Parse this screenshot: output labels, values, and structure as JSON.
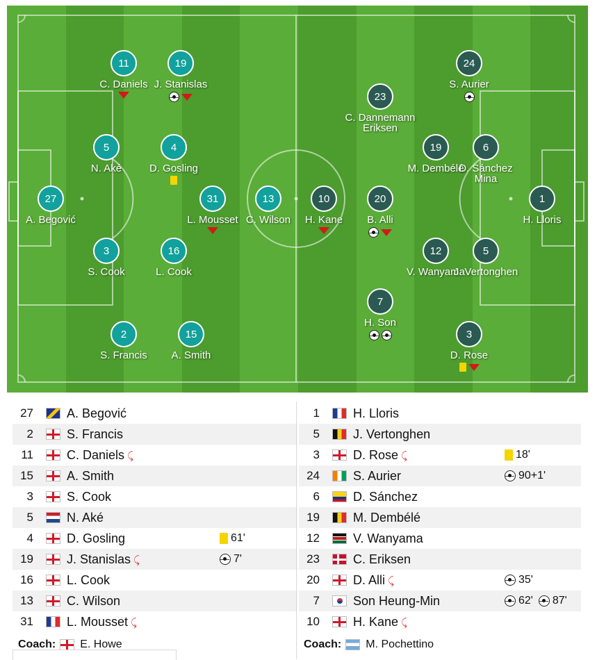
{
  "home": {
    "players": [
      {
        "num": "27",
        "name": "A. Begović",
        "flag": "bih",
        "events": [],
        "pitch_events": []
      },
      {
        "num": "2",
        "name": "S. Francis",
        "flag": "eng",
        "events": [],
        "pitch_events": []
      },
      {
        "num": "11",
        "name": "C. Daniels",
        "flag": "eng",
        "sub": true,
        "events": [],
        "pitch_events": [
          "sub"
        ]
      },
      {
        "num": "15",
        "name": "A. Smith",
        "flag": "eng",
        "events": [],
        "pitch_events": []
      },
      {
        "num": "3",
        "name": "S. Cook",
        "flag": "eng",
        "events": [],
        "pitch_events": []
      },
      {
        "num": "5",
        "name": "N. Aké",
        "flag": "ned",
        "events": [],
        "pitch_events": []
      },
      {
        "num": "4",
        "name": "D. Gosling",
        "flag": "eng",
        "events": [
          {
            "type": "yellow",
            "time": "61'"
          }
        ],
        "pitch_events": [
          "yellow"
        ]
      },
      {
        "num": "19",
        "name": "J. Stanislas",
        "flag": "eng",
        "sub": true,
        "events": [
          {
            "type": "goal",
            "time": "7'"
          }
        ],
        "pitch_events": [
          "goal",
          "sub"
        ]
      },
      {
        "num": "16",
        "name": "L. Cook",
        "flag": "eng",
        "events": [],
        "pitch_events": []
      },
      {
        "num": "13",
        "name": "C. Wilson",
        "flag": "eng",
        "events": [],
        "pitch_events": []
      },
      {
        "num": "31",
        "name": "L. Mousset",
        "flag": "fra",
        "sub": true,
        "events": [],
        "pitch_events": [
          "sub"
        ]
      }
    ],
    "pitch": [
      {
        "num": "27",
        "label": "A. Begović",
        "events": []
      },
      {
        "num": "5",
        "label": "N. Aké",
        "events": []
      },
      {
        "num": "3",
        "label": "S. Cook",
        "events": []
      },
      {
        "num": "11",
        "label": "C. Daniels",
        "events": [
          "sub"
        ]
      },
      {
        "num": "19",
        "label": "J. Stanislas",
        "events": [
          "goal",
          "sub"
        ]
      },
      {
        "num": "4",
        "label": "D. Gosling",
        "events": [
          "yellow"
        ]
      },
      {
        "num": "16",
        "label": "L. Cook",
        "events": []
      },
      {
        "num": "31",
        "label": "L. Mousset",
        "events": [
          "sub"
        ]
      },
      {
        "num": "13",
        "label": "C. Wilson",
        "events": []
      },
      {
        "num": "2",
        "label": "S. Francis",
        "events": []
      },
      {
        "num": "15",
        "label": "A. Smith",
        "events": []
      }
    ],
    "coach_label": "Coach:",
    "coach_name": "E. Howe",
    "coach_flag": "eng"
  },
  "away": {
    "players": [
      {
        "num": "1",
        "name": "H. Lloris",
        "flag": "fra",
        "events": []
      },
      {
        "num": "5",
        "name": "J. Vertonghen",
        "flag": "bel",
        "events": []
      },
      {
        "num": "3",
        "name": "D. Rose",
        "flag": "eng",
        "sub": true,
        "events": [
          {
            "type": "yellow",
            "time": "18'"
          }
        ]
      },
      {
        "num": "24",
        "name": "S. Aurier",
        "flag": "civ",
        "events": [
          {
            "type": "goal",
            "time": "90+1'"
          }
        ]
      },
      {
        "num": "6",
        "name": "D. Sánchez",
        "flag": "col",
        "events": []
      },
      {
        "num": "19",
        "name": "M. Dembélé",
        "flag": "bel",
        "events": []
      },
      {
        "num": "12",
        "name": "V. Wanyama",
        "flag": "ken",
        "events": []
      },
      {
        "num": "23",
        "name": "C. Eriksen",
        "flag": "den",
        "events": []
      },
      {
        "num": "20",
        "name": "D. Alli",
        "flag": "eng",
        "sub": true,
        "events": [
          {
            "type": "goal",
            "time": "35'"
          }
        ]
      },
      {
        "num": "7",
        "name": "Son Heung-Min",
        "flag": "kor",
        "events": [
          {
            "type": "goal",
            "time": "62'"
          },
          {
            "type": "goal",
            "time": "87'"
          }
        ]
      },
      {
        "num": "10",
        "name": "H. Kane",
        "flag": "eng",
        "sub": true,
        "events": []
      }
    ],
    "pitch": [
      {
        "num": "10",
        "label": "H. Kane",
        "events": [
          "sub"
        ]
      },
      {
        "num": "23",
        "label": "C. Dannemann\nEriksen",
        "events": []
      },
      {
        "num": "20",
        "label": "B. Alli",
        "events": [
          "goal",
          "sub"
        ]
      },
      {
        "num": "7",
        "label": "H. Son",
        "events": [
          "goal",
          "goal"
        ]
      },
      {
        "num": "19",
        "label": "M. Dembélé",
        "events": []
      },
      {
        "num": "12",
        "label": "V. Wanyama",
        "events": []
      },
      {
        "num": "24",
        "label": "S. Aurier",
        "events": [
          "goal"
        ]
      },
      {
        "num": "6",
        "label": "D. Sánchez\nMina",
        "events": []
      },
      {
        "num": "5",
        "label": "J. Vertonghen",
        "events": []
      },
      {
        "num": "3",
        "label": "D. Rose",
        "events": [
          "yellow",
          "sub"
        ]
      },
      {
        "num": "1",
        "label": "H. Lloris",
        "events": []
      }
    ],
    "coach_label": "Coach:",
    "coach_name": "M. Pochettino",
    "coach_flag": "arg"
  },
  "colors": {
    "home_disc": "#12a19c",
    "away_disc": "#2a5a52",
    "pitch_light": "#5aad38",
    "pitch_dark": "#4c9c2e"
  }
}
